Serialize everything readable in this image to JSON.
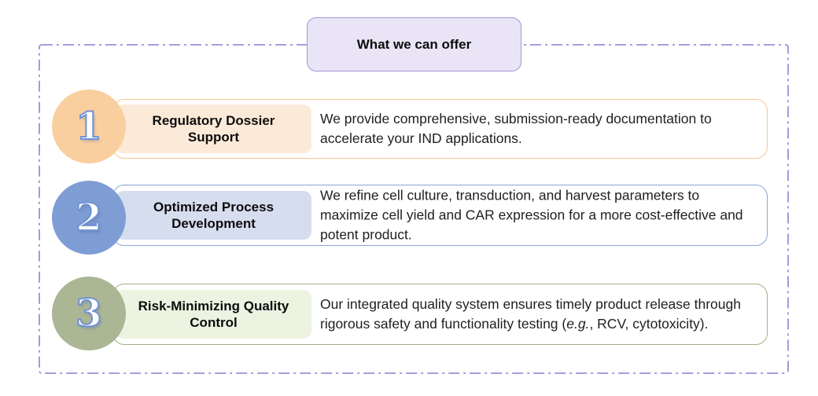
{
  "ui": {
    "background": "#ffffff",
    "frame_border_color": "#9a90d8",
    "number_fill": "#ffffff",
    "number_stroke": "#6f92d4"
  },
  "header": {
    "title": "What we can offer",
    "fill": "#e9e5f6",
    "border_color": "#a297d6"
  },
  "items": [
    {
      "number": "1",
      "label": "Regulatory Dossier Support",
      "description": [
        {
          "text": "We provide comprehensive, submission-ready documentation to accelerate your IND applications.",
          "italic": false
        }
      ],
      "colors": {
        "circle": "#f9cf9f",
        "label_bg": "#fcead9",
        "row_border": "#f6c78f"
      }
    },
    {
      "number": "2",
      "label": "Optimized Process Development",
      "description": [
        {
          "text": "We refine cell culture, transduction, and harvest parameters to maximize cell yield and CAR expression for a more cost-effective and potent product.",
          "italic": false
        }
      ],
      "colors": {
        "circle": "#7f9dd5",
        "label_bg": "#d6ddef",
        "row_border": "#8aa4d6"
      }
    },
    {
      "number": "3",
      "label": "Risk-Minimizing Quality Control",
      "description": [
        {
          "text": "Our integrated quality system ensures timely product release through rigorous safety and functionality testing (",
          "italic": false
        },
        {
          "text": "e.g.",
          "italic": true
        },
        {
          "text": ", RCV, cytotoxicity).",
          "italic": false
        }
      ],
      "colors": {
        "circle": "#abb694",
        "label_bg": "#edf3e1",
        "row_border": "#a3b185"
      }
    }
  ]
}
